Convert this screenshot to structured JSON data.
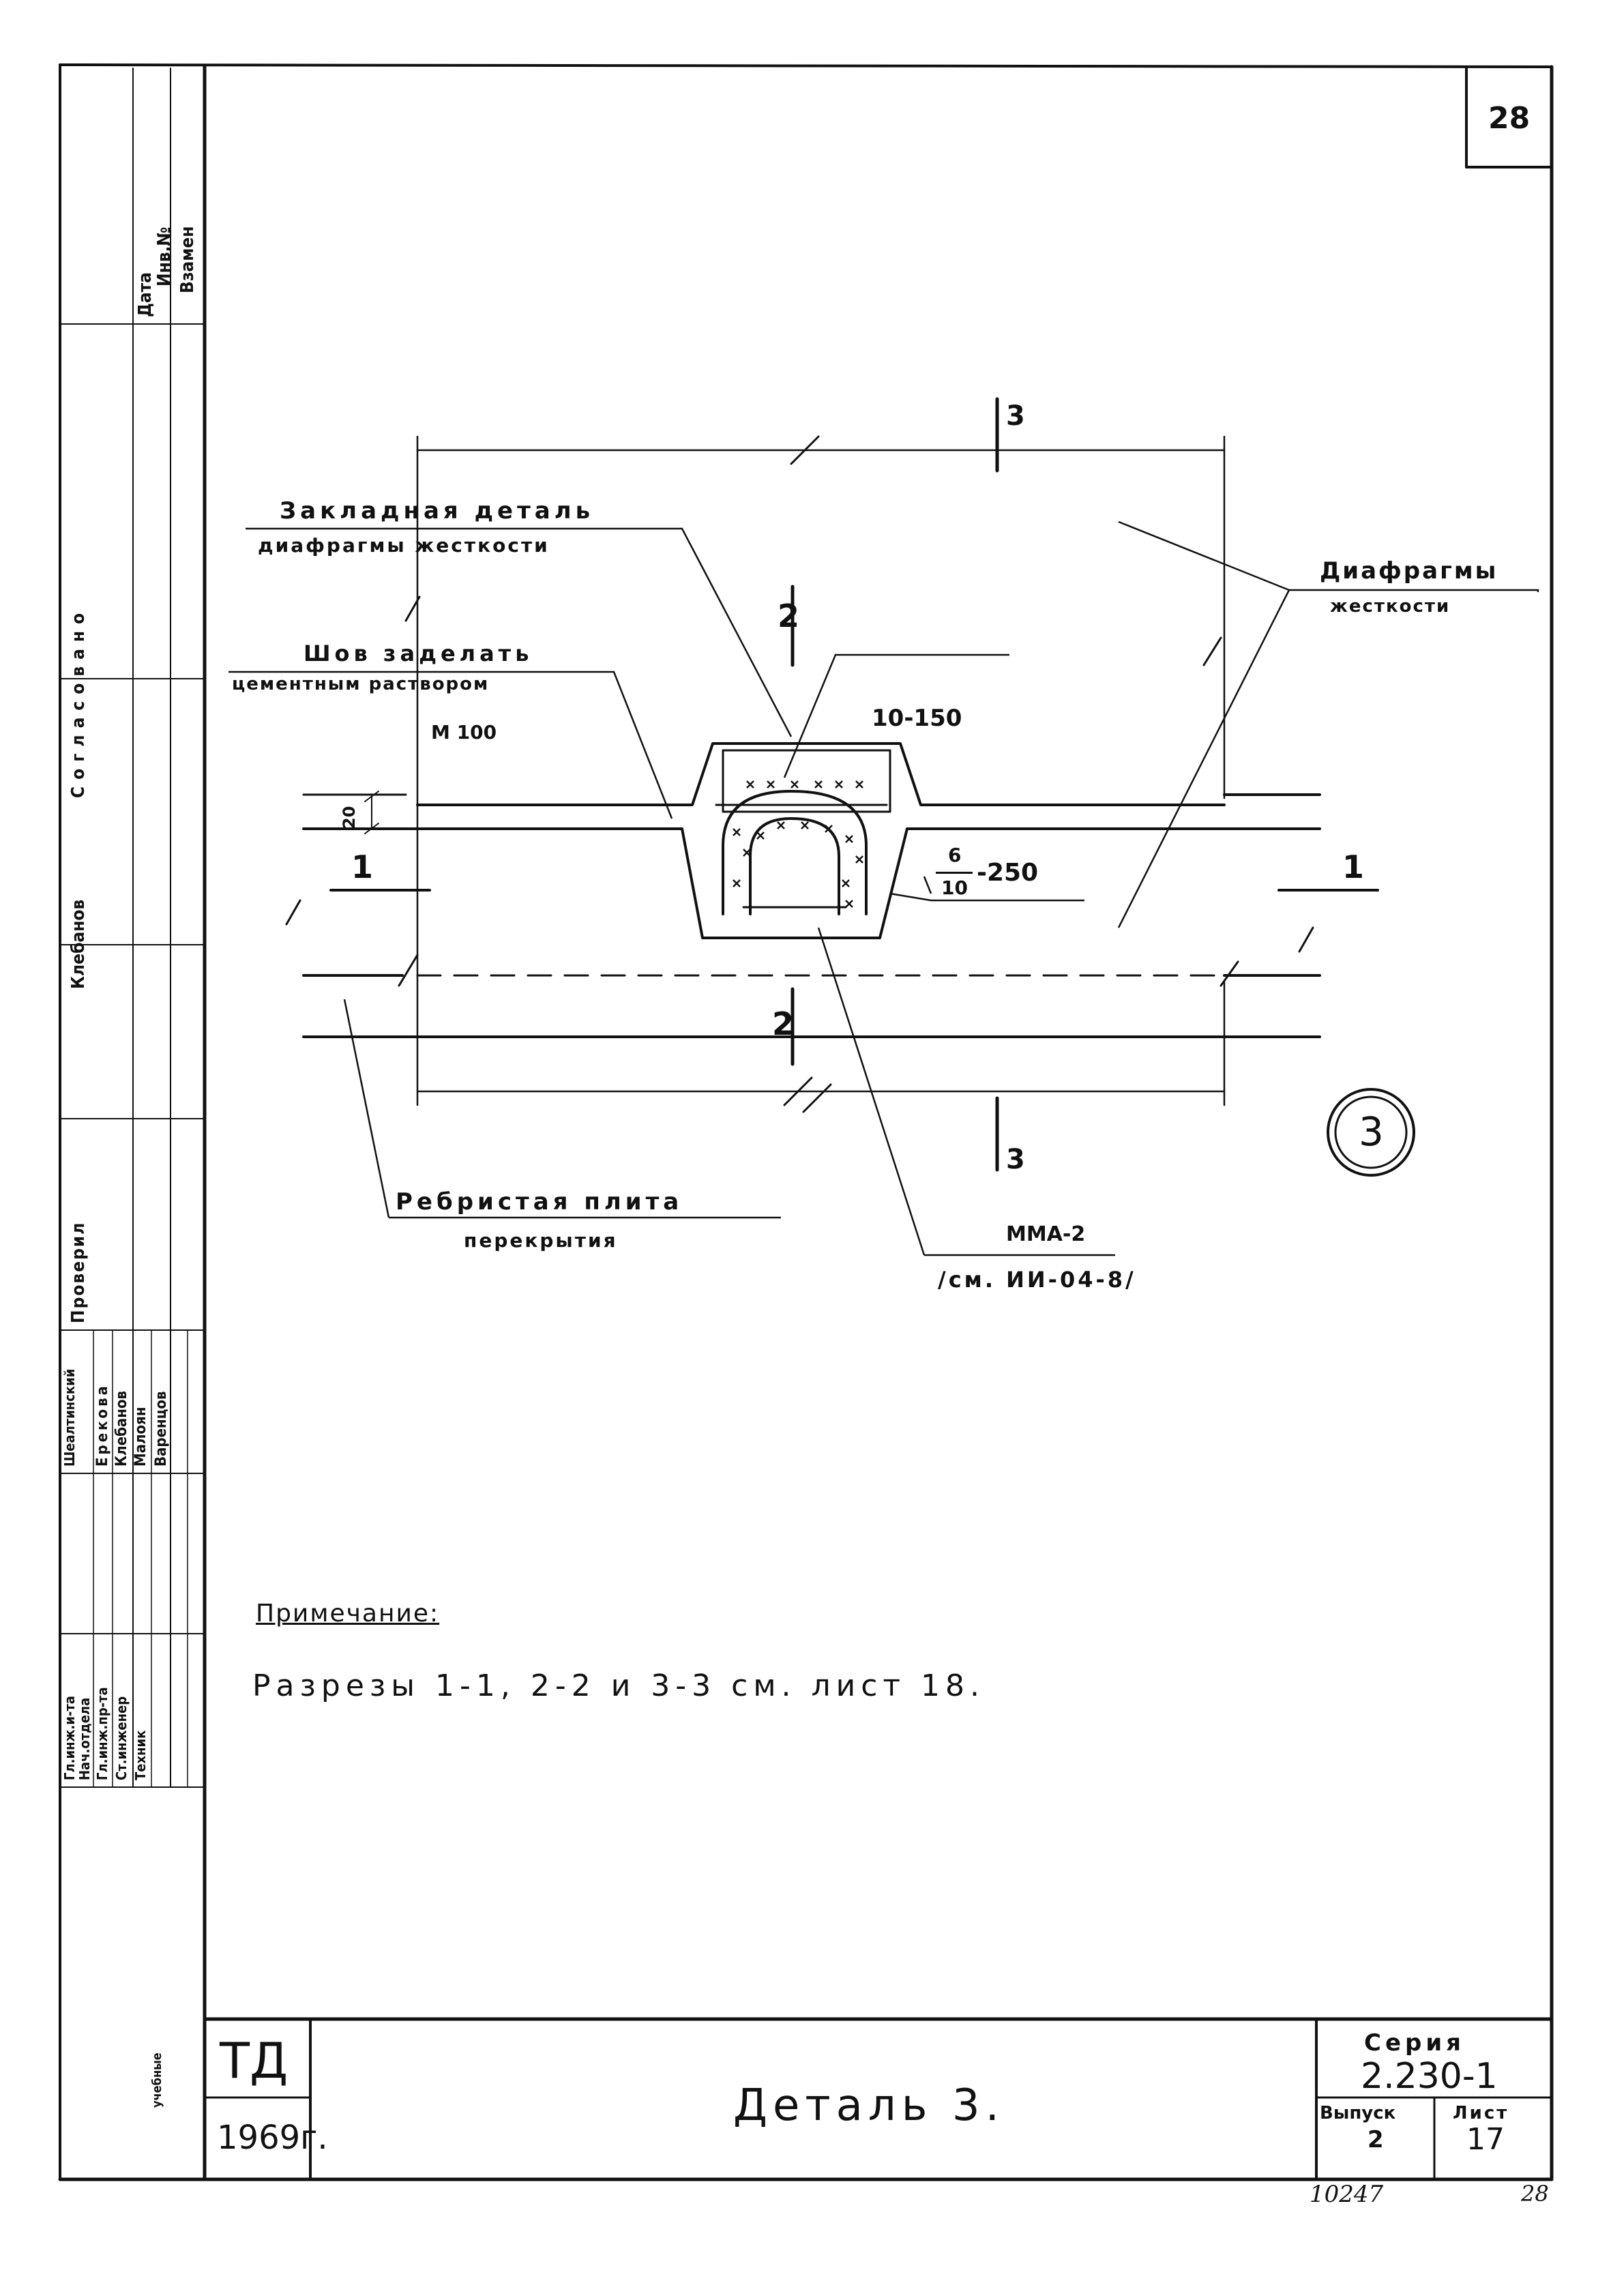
{
  "sheet_number": "28",
  "callouts": {
    "embedded_part": [
      "Закладная деталь",
      "диафрагмы жесткости"
    ],
    "diaphragm": [
      "Диафрагмы",
      "жесткости"
    ],
    "seam": [
      "Шов заделать",
      "цементным раствором",
      "М 100"
    ],
    "rebar_top": "10-150",
    "rebar_mesh_num": "6",
    "rebar_mesh_den": "10",
    "rebar_mesh_step": "-250",
    "slab": [
      "Ребристая плита",
      "перекрытия"
    ],
    "mesh_ref": [
      "ММА-2",
      "/см. ИИ-04-8/"
    ],
    "dim_20": "20"
  },
  "section_marks": {
    "s1": "1",
    "s2": "2",
    "s3": "3"
  },
  "detail_mark": "3",
  "note": {
    "heading": "Примечание:",
    "text": "Разрезы 1-1, 2-2 и 3-3 см. лист 18."
  },
  "title_block": {
    "org": "ТД",
    "year": "1969г.",
    "title": "Деталь 3.",
    "series_label": "Серия",
    "series": "2.230-1",
    "issue_label": "Выпуск",
    "issue": "2",
    "sheet_label": "Лист",
    "sheet": "17",
    "archive_no": "10247",
    "page_no": "28"
  },
  "side_stamp": {
    "date": "Дата",
    "inv": "Инв.№",
    "replace": "Взамен",
    "agreed": "Согласовано",
    "klebanov": "Клебанов",
    "check": "Проверил",
    "roles": [
      "Гл.инж.и-та",
      "Нач.отдела",
      "Гл.инж.пр-та",
      "Ст.инженер",
      "Техник"
    ],
    "names": [
      "Шеалтинский",
      "Ерекова",
      "Клебанов",
      "Малоян",
      "Варенцов"
    ],
    "study": "учебные"
  }
}
